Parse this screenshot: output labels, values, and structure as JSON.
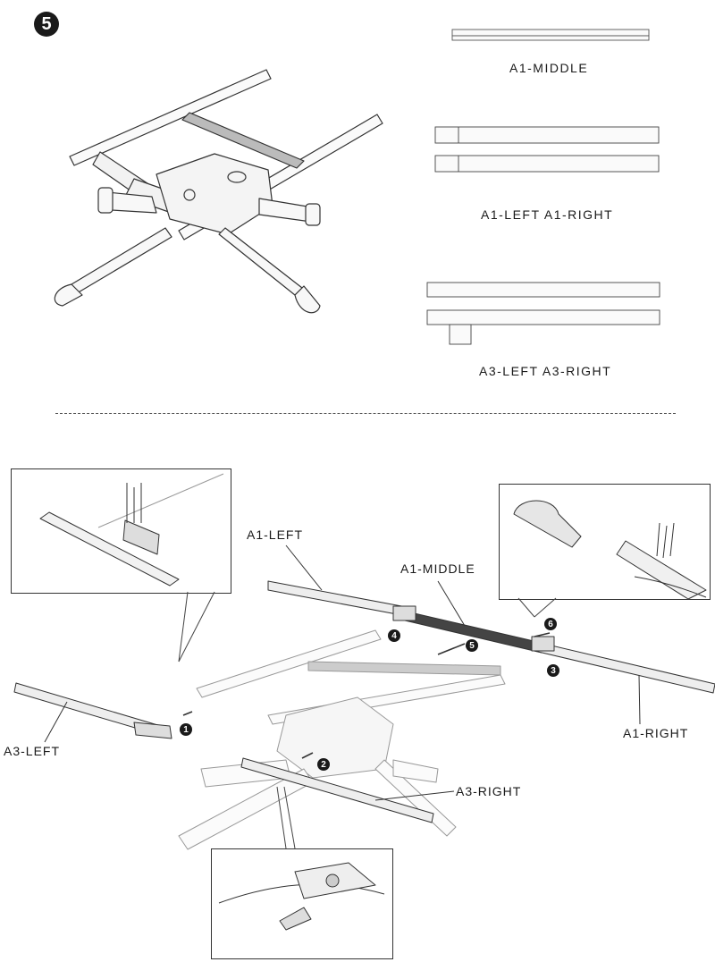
{
  "step": {
    "number": "5"
  },
  "parts": {
    "a1_middle": "A1-MIDDLE",
    "a1_left_right": "A1-LEFT  A1-RIGHT",
    "a3_left_right": "A3-LEFT A3-RIGHT"
  },
  "callouts": {
    "a1_left": "A1-LEFT",
    "a1_middle": "A1-MIDDLE",
    "a1_right": "A1-RIGHT",
    "a3_left": "A3-LEFT",
    "a3_right": "A3-RIGHT"
  },
  "badges": {
    "b1": "1",
    "b2": "2",
    "b3": "3",
    "b4": "4",
    "b5": "5",
    "b6": "6"
  }
}
